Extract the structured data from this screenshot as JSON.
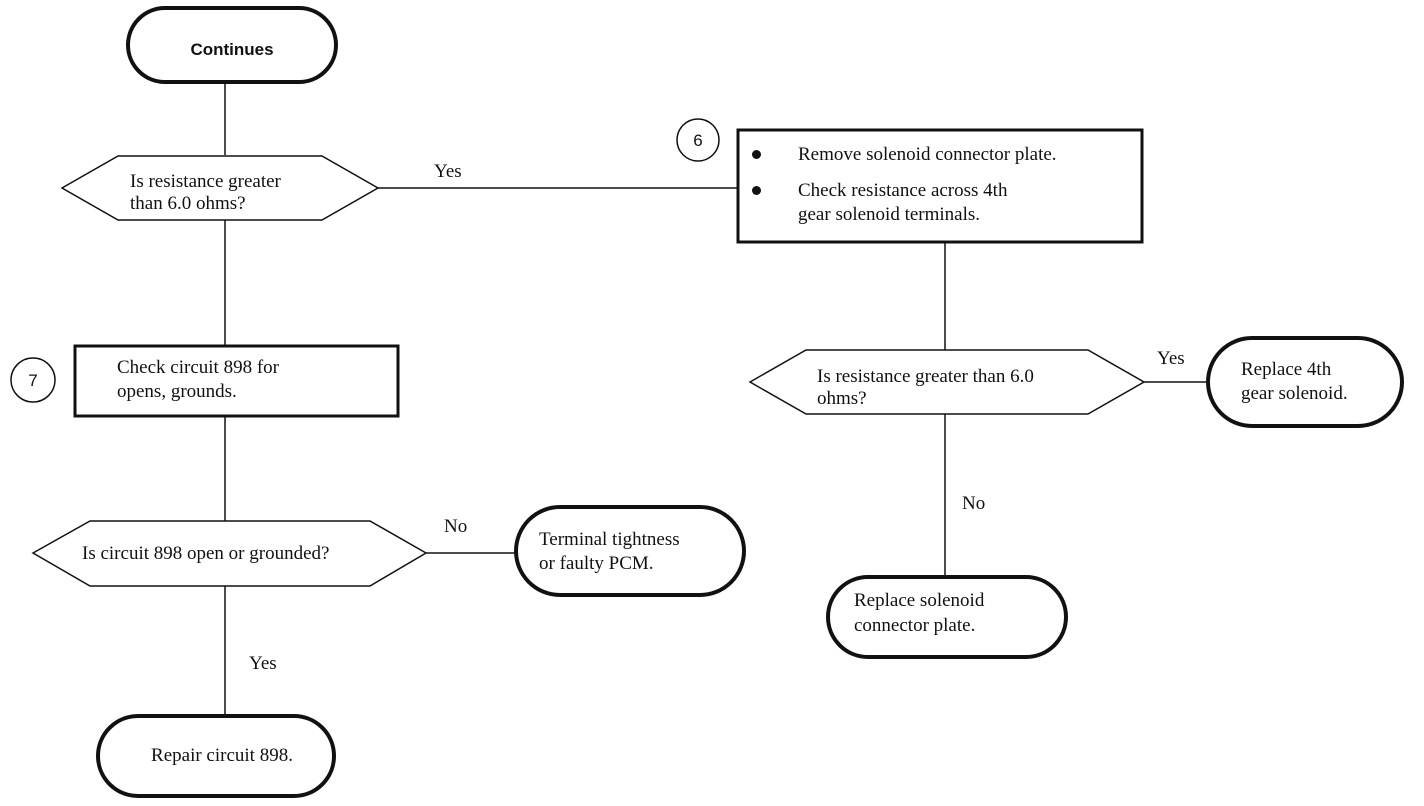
{
  "nodes": {
    "continues": "Continues",
    "q_resistance_left": [
      "Is resistance greater",
      "than 6.0 ohms?"
    ],
    "step6_bullets": [
      [
        "Remove solenoid connector plate."
      ],
      [
        "Check resistance across 4th",
        "gear solenoid terminals."
      ]
    ],
    "step6_number": "6",
    "step7_number": "7",
    "step7_box": [
      "Check circuit 898 for",
      "opens, grounds."
    ],
    "q_circuit": "Is circuit 898 open or grounded?",
    "terminal_tightness": [
      "Terminal tightness",
      "or faulty PCM."
    ],
    "repair_circuit": "Repair circuit 898.",
    "q_resistance_right": [
      "Is resistance greater than 6.0",
      "ohms?"
    ],
    "replace_4th": [
      "Replace 4th",
      "gear solenoid."
    ],
    "replace_plate": [
      "Replace solenoid",
      "connector plate."
    ]
  },
  "edge_labels": {
    "yes_to_step6": "Yes",
    "yes_replace_4th": "Yes",
    "no_replace_plate": "No",
    "no_terminal": "No",
    "yes_repair": "Yes"
  }
}
